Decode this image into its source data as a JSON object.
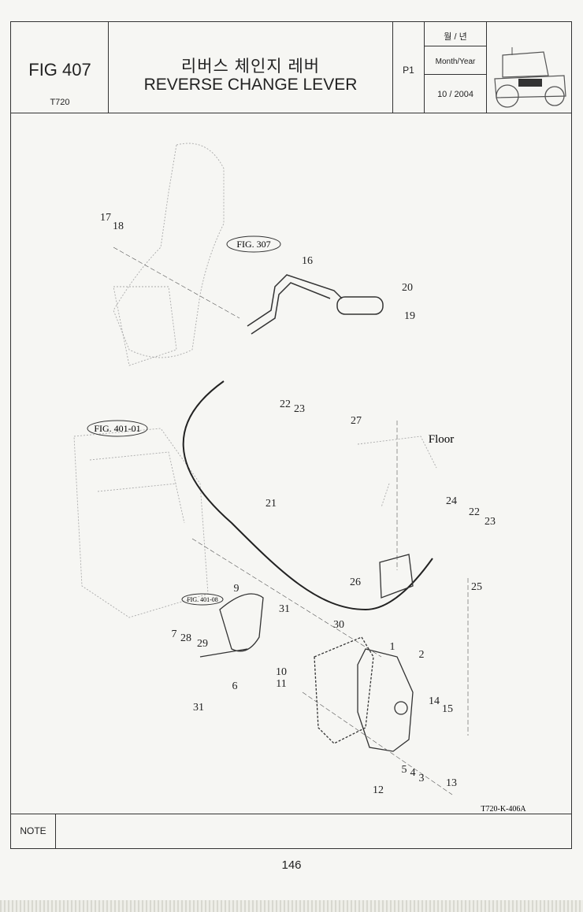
{
  "header": {
    "fig_number": "FIG 407",
    "model": "T720",
    "title_korean": "리버스 체인지 레버",
    "title_english": "REVERSE CHANGE LEVER",
    "page_code": "P1",
    "month_year_korean": "월 / 년",
    "month_year_label": "Month/Year",
    "month_year_value": "10 / 2004"
  },
  "diagram": {
    "refs": [
      "FIG. 307",
      "FIG. 401-01",
      "FIG. 401-08"
    ],
    "floor_label": "Floor",
    "drawing_code": "T720-K-406A",
    "parts": [
      "1",
      "2",
      "3",
      "4",
      "5",
      "6",
      "7",
      "9",
      "10",
      "11",
      "12",
      "13",
      "14",
      "15",
      "16",
      "17",
      "18",
      "19",
      "20",
      "21",
      "22",
      "23",
      "24",
      "25",
      "26",
      "27",
      "28",
      "29",
      "30",
      "31"
    ]
  },
  "footer": {
    "note_label": "NOTE",
    "page_number": "146"
  }
}
